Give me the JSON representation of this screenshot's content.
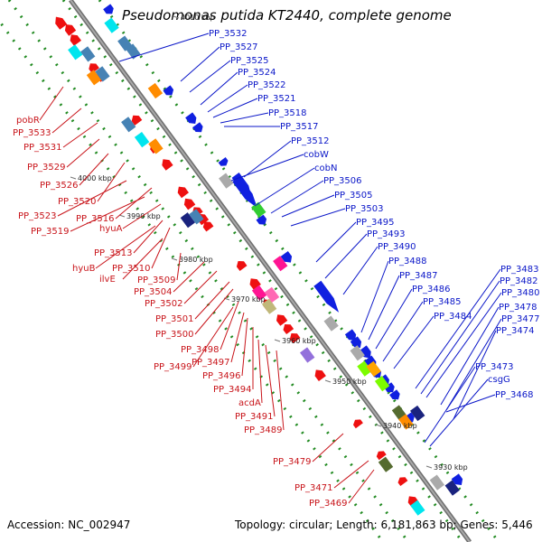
{
  "title": "Pseudomonas putida KT2440, complete genome",
  "accession": "Accession: NC_002947",
  "summary": "Topology: circular; Length: 6,181,863 bp; Genes: 5,446",
  "colors": {
    "backbone": "#8a8a8a",
    "forward_strand": "#1020e0",
    "reverse_strand": "#ee1010",
    "gc_dots": "#228b22",
    "blue_label": "#0a16c8",
    "red_label": "#c8141a"
  },
  "scale_ticks": [
    "4010 kbp",
    "4000 kbp",
    "3990 kbp",
    "3980 kbp",
    "3970 kbp",
    "3960 kbp",
    "3950 kbp",
    "3940 kbp",
    "3930 kbp"
  ],
  "blue_labels": [
    "PP_3532",
    "PP_3527",
    "PP_3525",
    "PP_3524",
    "PP_3522",
    "PP_3521",
    "PP_3518",
    "PP_3517",
    "PP_3512",
    "cobW",
    "cobN",
    "PP_3506",
    "PP_3505",
    "PP_3503",
    "PP_3495",
    "PP_3493",
    "PP_3490",
    "PP_3488",
    "PP_3487",
    "PP_3486",
    "PP_3485",
    "PP_3484",
    "PP_3483",
    "PP_3482",
    "PP_3480",
    "PP_3478",
    "PP_3477",
    "PP_3474",
    "PP_3473",
    "csgG",
    "PP_3468"
  ],
  "red_labels": [
    "pobR",
    "PP_3533",
    "PP_3531",
    "PP_3529",
    "PP_3526",
    "PP_3520",
    "PP_3523",
    "PP_3516",
    "PP_3519",
    "hyuA",
    "PP_3513",
    "hyuB",
    "PP_3510",
    "ilvE",
    "PP_3509",
    "PP_3504",
    "PP_3502",
    "PP_3501",
    "PP_3500",
    "PP_3498",
    "PP_3499",
    "PP_3497",
    "PP_3496",
    "PP_3494",
    "acdA",
    "PP_3491",
    "PP_3489",
    "PP_3479",
    "PP_3471",
    "PP_3469"
  ]
}
